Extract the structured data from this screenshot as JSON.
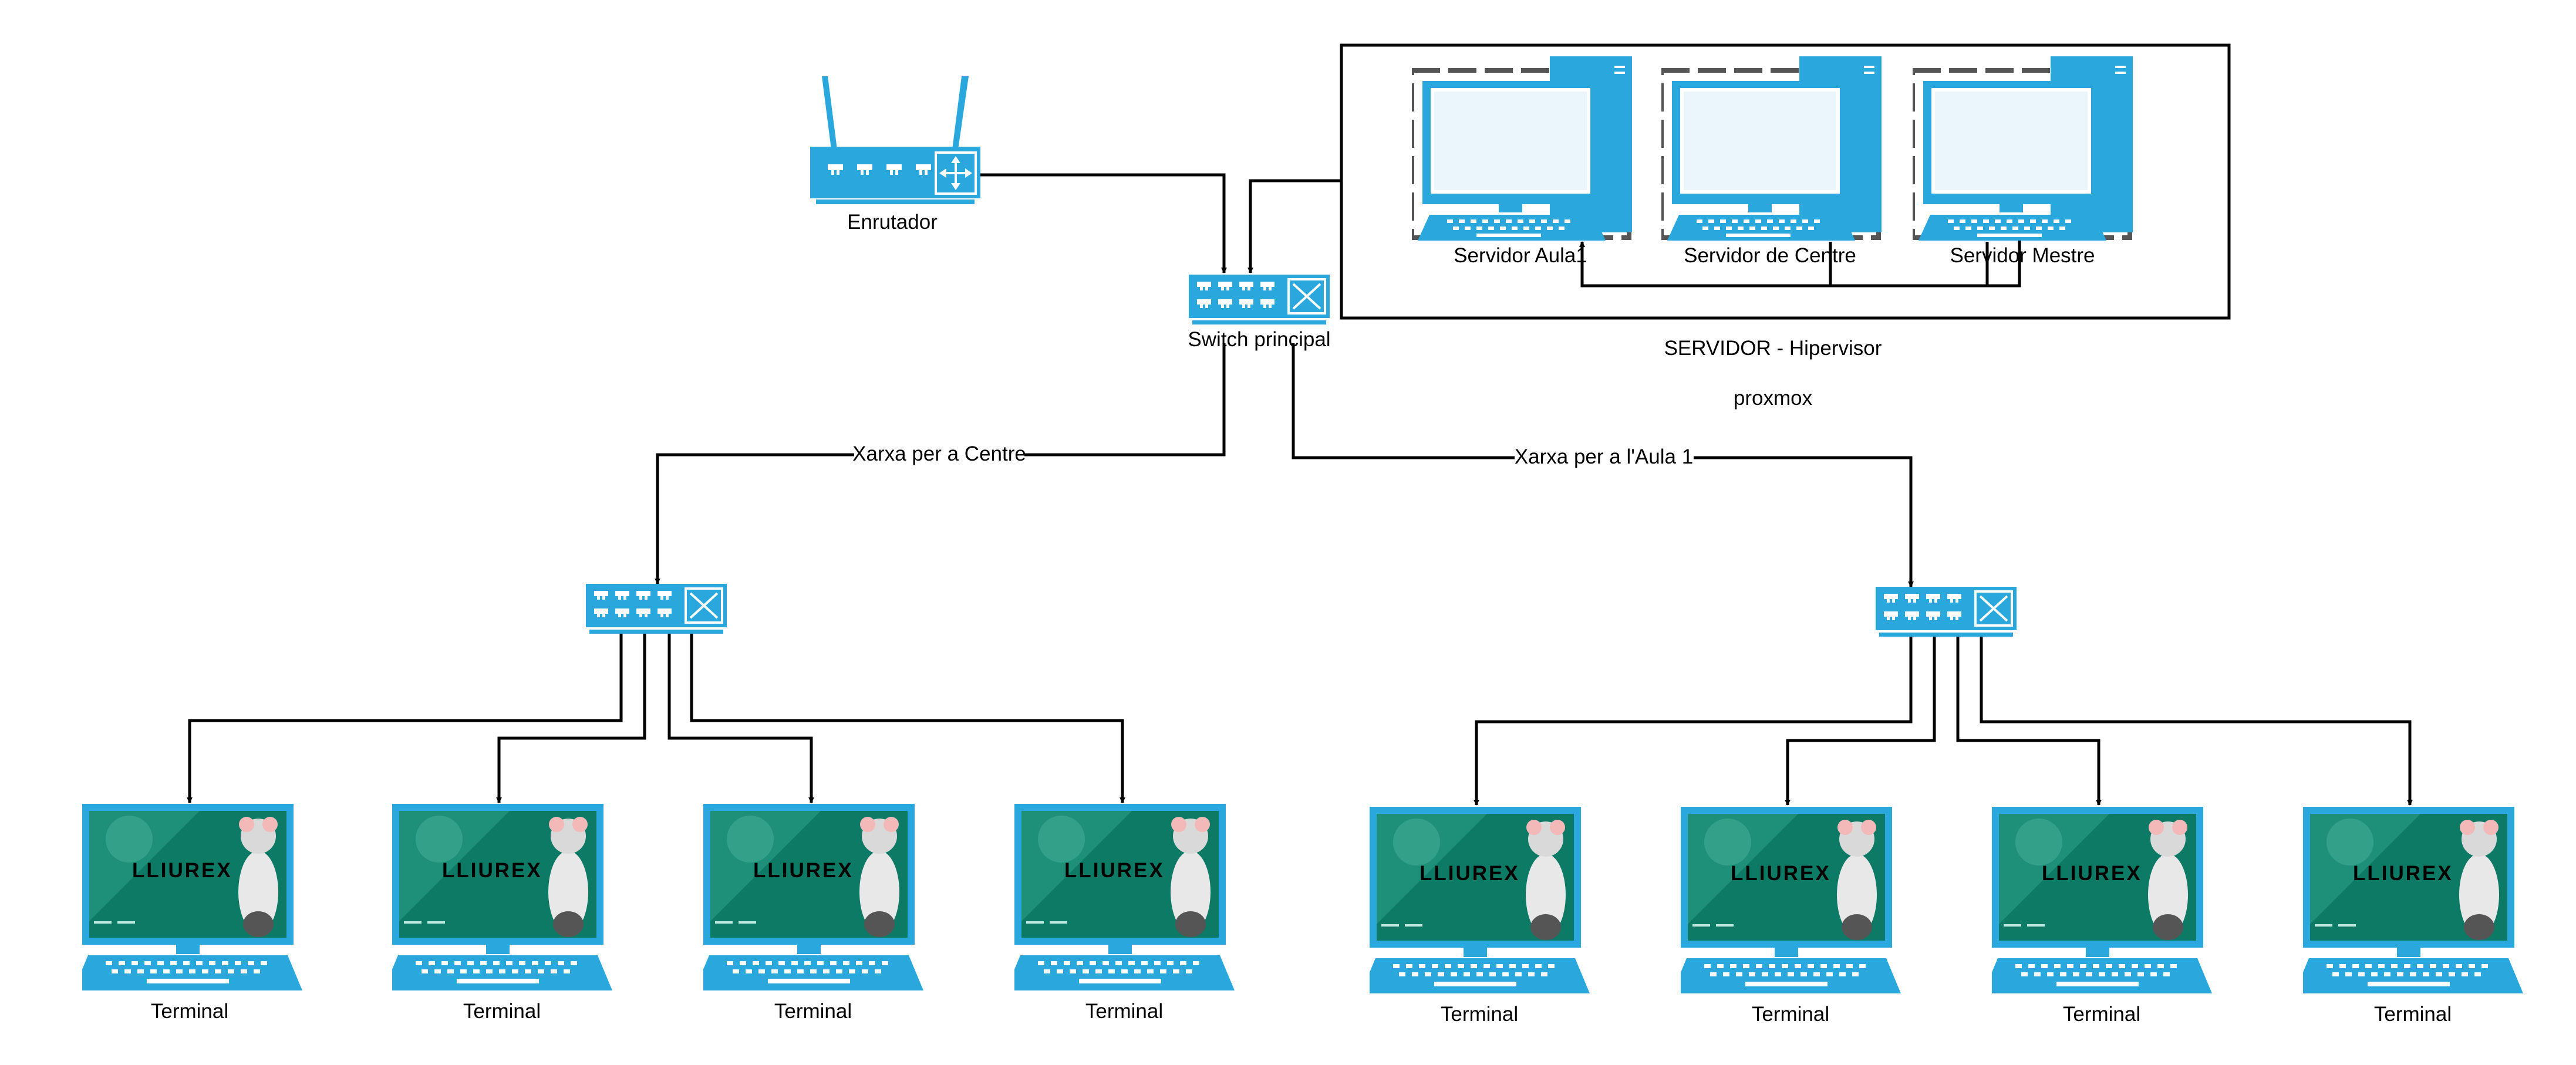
{
  "colors": {
    "device_blue": "#2aa8de",
    "screen_bg": "#eaf6fc",
    "lliurex_green": "#0d7a66",
    "line": "#000000"
  },
  "icons": {
    "router": "router-icon",
    "switch": "network-switch-icon",
    "server": "server-desktop-icon",
    "terminal": "lliurex-terminal-icon"
  },
  "labels": {
    "router": "Enrutador",
    "main_switch": "Switch principal",
    "servers": [
      "Servidor Aula1",
      "Servidor de Centre",
      "Servidor Mestre"
    ],
    "hypervisor_title": "SERVIDOR - Hipervisor",
    "hypervisor_software": "proxmox",
    "network_centre": "Xarxa per a Centre",
    "network_aula": "Xarxa per a l'Aula 1",
    "terminal": "Terminal",
    "screen_brand": "LLIUREX"
  }
}
